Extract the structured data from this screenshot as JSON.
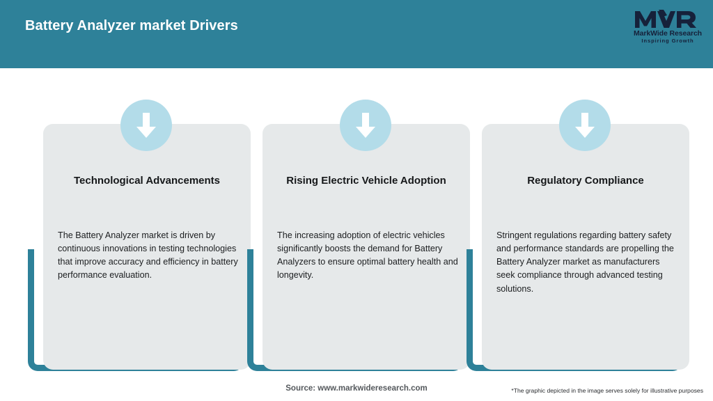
{
  "header": {
    "title": "Battery Analyzer market Drivers",
    "background_color": "#2E8199",
    "title_color": "#FFFFFF",
    "logo": {
      "mark": "MWR",
      "name": "MarkWide Research",
      "tagline": "Inspiring Growth",
      "color": "#16213A"
    }
  },
  "theme": {
    "accent_teal": "#2E8199",
    "card_background": "#E6E9EA",
    "icon_circle": "#B3DCE9",
    "icon_arrow": "#FFFFFF"
  },
  "cards": [
    {
      "icon": "arrow-down-icon",
      "title": "Technological Advancements",
      "body": "The Battery Analyzer market is driven by continuous innovations in testing technologies that improve accuracy and efficiency in battery performance evaluation."
    },
    {
      "icon": "arrow-down-icon",
      "title": "Rising Electric Vehicle Adoption",
      "body": "The increasing adoption of electric vehicles significantly boosts the demand for Battery Analyzers to ensure optimal battery health and longevity."
    },
    {
      "icon": "arrow-down-icon",
      "title": "Regulatory Compliance",
      "body": "Stringent regulations regarding battery safety and performance standards are propelling the Battery Analyzer market as manufacturers seek compliance through advanced testing solutions."
    }
  ],
  "footer": {
    "source": "Source: www.markwideresearch.com",
    "disclaimer": "*The graphic depicted in the image serves solely for illustrative purposes"
  }
}
